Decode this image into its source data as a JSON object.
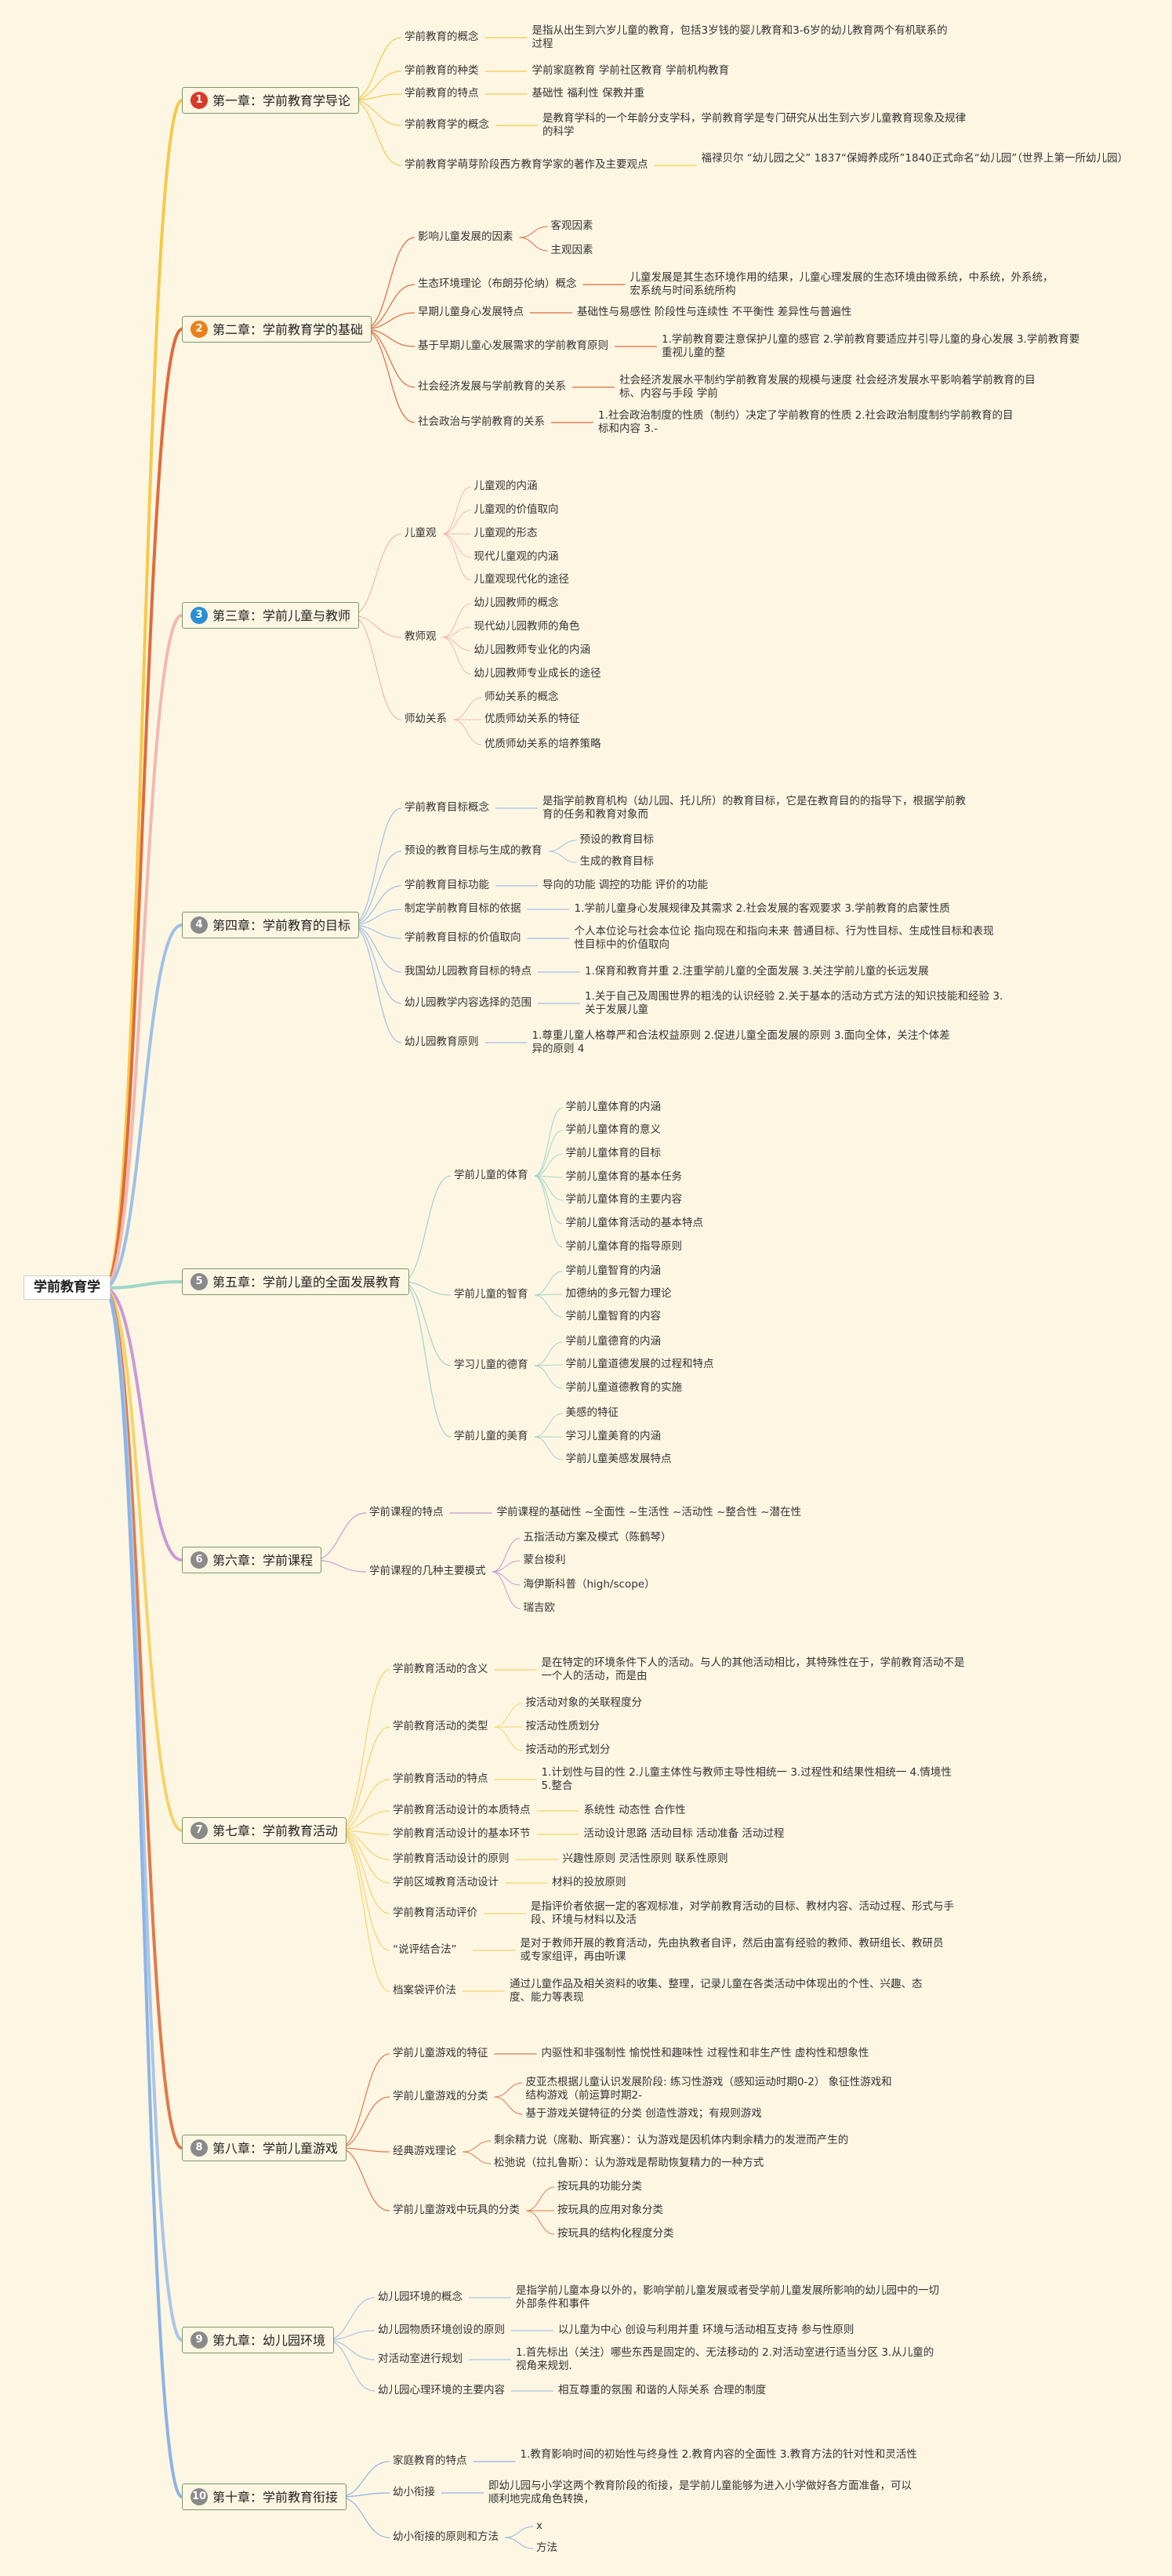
{
  "root": "学前教育学",
  "chapters": [
    {
      "num": "1",
      "title": "第一章：学前教育学导论",
      "color": "#d73a2a",
      "topics": [
        {
          "label": "学前教育的概念",
          "detail": "是指从出生到六岁儿童的教育，包括3岁钱的婴儿教育和3-6岁的幼儿教育两个有机联系的过程"
        },
        {
          "label": "学前教育的种类",
          "detail": "学前家庭教育 学前社区教育 学前机构教育"
        },
        {
          "label": "学前教育的特点",
          "detail": "基础性 福利性 保教并重"
        },
        {
          "label": "学前教育学的概念",
          "detail": "是教育学科的一个年龄分支学科，学前教育学是专门研究从出生到六岁儿童教育现象及规律的科学"
        },
        {
          "label": "学前教育学萌芽阶段西方教育学家的著作及主要观点",
          "detail": "福禄贝尔 “幼儿园之父” 1837“保姆养成所”1840正式命名“幼儿园”（世界上第一所幼儿园）"
        }
      ]
    },
    {
      "num": "2",
      "title": "第二章：学前教育学的基础",
      "color": "#e8801c",
      "topics": [
        {
          "label": "影响儿童发展的因素",
          "subs": [
            "客观因素",
            "主观因素"
          ]
        },
        {
          "label": "生态环境理论（布朗芬伦纳）概念",
          "detail": "儿童发展是其生态环境作用的结果，儿童心理发展的生态环境由微系统，中系统，外系统，宏系统与时间系统所构"
        },
        {
          "label": "早期儿童身心发展特点",
          "detail": "基础性与易感性 阶段性与连续性 不平衡性 差异性与普遍性"
        },
        {
          "label": "基于早期儿童心发展需求的学前教育原则",
          "detail": "1.学前教育要注意保护儿童的感官 2.学前教育要适应并引导儿童的身心发展 3.学前教育要重视儿童的整"
        },
        {
          "label": "社会经济发展与学前教育的关系",
          "detail": "社会经济发展水平制约学前教育发展的规模与速度 社会经济发展水平影响着学前教育的目标、内容与手段 学前"
        },
        {
          "label": "社会政治与学前教育的关系",
          "detail": "1.社会政治制度的性质（制约）决定了学前教育的性质 2.社会政治制度制约学前教育的目标和内容 3.-"
        }
      ]
    },
    {
      "num": "3",
      "title": "第三章：学前儿童与教师",
      "color": "#2b8fd6",
      "topics": [
        {
          "label": "儿童观",
          "subs": [
            "儿童观的内涵",
            "儿童观的价值取向",
            "儿童观的形态",
            "现代儿童观的内涵",
            "儿童观现代化的途径"
          ]
        },
        {
          "label": "教师观",
          "subs": [
            "幼儿园教师的概念",
            "现代幼儿园教师的角色",
            "幼儿园教师专业化的内涵",
            "幼儿园教师专业成长的途径"
          ]
        },
        {
          "label": "师幼关系",
          "subs": [
            "师幼关系的概念",
            "优质师幼关系的特征",
            "优质师幼关系的培养策略"
          ]
        }
      ]
    },
    {
      "num": "4",
      "title": "第四章：学前教育的目标",
      "color": "#8a8a8a",
      "topics": [
        {
          "label": "学前教育目标概念",
          "detail": "是指学前教育机构（幼儿园、托儿所）的教育目标，它是在教育目的的指导下，根据学前教育的任务和教育对象而"
        },
        {
          "label": "预设的教育目标与生成的教育",
          "subs": [
            "预设的教育目标",
            "生成的教育目标"
          ]
        },
        {
          "label": "学前教育目标功能",
          "detail": "导向的功能 调控的功能 评价的功能"
        },
        {
          "label": "制定学前教育目标的依据",
          "detail": "1.学前儿童身心发展规律及其需求 2.社会发展的客观要求 3.学前教育的启蒙性质"
        },
        {
          "label": "学前教育目标的价值取向",
          "detail": "个人本位论与社会本位论 指向现在和指向未来 普通目标、行为性目标、生成性目标和表现性目标中的价值取向"
        },
        {
          "label": "我国幼儿园教育目标的特点",
          "detail": "1.保育和教育并重 2.注重学前儿童的全面发展 3.关注学前儿童的长远发展"
        },
        {
          "label": "幼儿园教学内容选择的范围",
          "detail": "1.关于自己及周围世界的粗浅的认识经验 2.关于基本的活动方式方法的知识技能和经验 3.关于发展儿童"
        },
        {
          "label": "幼儿园教育原则",
          "detail": "1.尊重儿童人格尊严和合法权益原则 2.促进儿童全面发展的原则 3.面向全体，关注个体差异的原则 4"
        }
      ]
    },
    {
      "num": "5",
      "title": "第五章：学前儿童的全面发展教育",
      "color": "#8a8a8a",
      "topics": [
        {
          "label": "学前儿童的体育",
          "subs": [
            "学前儿童体育的内涵",
            "学前儿童体育的意义",
            "学前儿童体育的目标",
            "学前儿童体育的基本任务",
            "学前儿童体育的主要内容",
            "学前儿童体育活动的基本特点",
            "学前儿童体育的指导原则"
          ]
        },
        {
          "label": "学前儿童的智育",
          "subs": [
            "学前儿童智育的内涵",
            "加德纳的多元智力理论",
            "学前儿童智育的内容"
          ]
        },
        {
          "label": "学习儿童的德育",
          "subs": [
            "学前儿童德育的内涵",
            "学前儿童道德发展的过程和特点",
            "学前儿童道德教育的实施"
          ]
        },
        {
          "label": "学前儿童的美育",
          "subs": [
            "美感的特征",
            "学习儿童美育的内涵",
            "学前儿童美感发展特点"
          ]
        }
      ]
    },
    {
      "num": "6",
      "title": "第六章：学前课程",
      "color": "#8a8a8a",
      "topics": [
        {
          "label": "学前课程的特点",
          "detail": "学前课程的基础性 ~全面性 ~生活性 ~活动性 ~整合性 ~潜在性"
        },
        {
          "label": "学前课程的几种主要模式",
          "subs": [
            "五指活动方案及模式（陈鹤琴）",
            "蒙台梭利",
            "海伊斯科普（high/scope）",
            "瑞吉欧"
          ]
        }
      ]
    },
    {
      "num": "7",
      "title": "第七章：学前教育活动",
      "color": "#8a8a8a",
      "topics": [
        {
          "label": "学前教育活动的含义",
          "detail": "是在特定的环境条件下人的活动。与人的其他活动相比，其特殊性在于，学前教育活动不是一个人的活动，而是由"
        },
        {
          "label": "学前教育活动的类型",
          "subs": [
            "按活动对象的关联程度分",
            "按活动性质划分",
            "按活动的形式划分"
          ]
        },
        {
          "label": "学前教育活动的特点",
          "detail": "1.计划性与目的性 2.儿童主体性与教师主导性相统一 3.过程性和结果性相统一 4.情境性 5.整合"
        },
        {
          "label": "学前教育活动设计的本质特点",
          "detail": "系统性 动态性 合作性"
        },
        {
          "label": "学前教育活动设计的基本环节",
          "detail": "活动设计思路 活动目标 活动准备 活动过程"
        },
        {
          "label": "学前教育活动设计的原则",
          "detail": "兴趣性原则 灵活性原则 联系性原则"
        },
        {
          "label": "学前区域教育活动设计",
          "detail": "材料的投放原则"
        },
        {
          "label": "学前教育活动评价",
          "detail": "是指评价者依据一定的客观标准，对学前教育活动的目标、教材内容、活动过程、形式与手段、环境与材料以及活"
        },
        {
          "label": "“说评结合法”",
          "detail": "是对于教师开展的教育活动，先由执教者自评，然后由富有经验的教师、教研组长、教研员或专家组评，再由听课"
        },
        {
          "label": "档案袋评价法",
          "detail": "通过儿童作品及相关资料的收集、整理，记录儿童在各类活动中体现出的个性、兴趣、态度、能力等表现"
        }
      ]
    },
    {
      "num": "8",
      "title": "第八章：学前儿童游戏",
      "color": "#8a8a8a",
      "topics": [
        {
          "label": "学前儿童游戏的特征",
          "detail": "内驱性和非强制性 愉悦性和趣味性 过程性和非生产性 虚构性和想象性"
        },
        {
          "label": "学前儿童游戏的分类",
          "subs": [
            "皮亚杰根据儿童认识发展阶段: 练习性游戏（感知运动时期0-2） 象征性游戏和结构游戏（前运算时期2-",
            "基于游戏关键特征的分类 创造性游戏；有规则游戏"
          ]
        },
        {
          "label": "经典游戏理论",
          "subs": [
            "剩余精力说（席勒、斯宾塞）：认为游戏是因机体内剩余精力的发泄而产生的",
            "松弛说（拉扎鲁斯）：认为游戏是帮助恢复精力的一种方式"
          ]
        },
        {
          "label": "学前儿童游戏中玩具的分类",
          "subs": [
            "按玩具的功能分类",
            "按玩具的应用对象分类",
            "按玩具的结构化程度分类"
          ]
        }
      ]
    },
    {
      "num": "9",
      "title": "第九章：幼儿园环境",
      "color": "#8a8a8a",
      "topics": [
        {
          "label": "幼儿园环境的概念",
          "detail": "是指学前儿童本身以外的，影响学前儿童发展或者受学前儿童发展所影响的幼儿园中的一切外部条件和事件"
        },
        {
          "label": "幼儿园物质环境创设的原则",
          "detail": "以儿童为中心 创设与利用并重 环境与活动相互支持 参与性原则"
        },
        {
          "label": "对活动室进行规划",
          "detail": "1.首先标出（关注）哪些东西是固定的、无法移动的 2.对活动室进行适当分区 3.从儿童的视角来规划."
        },
        {
          "label": "幼儿园心理环境的主要内容",
          "detail": "相互尊重的氛围 和谐的人际关系 合理的制度"
        }
      ]
    },
    {
      "num": "10",
      "title": "第十章：学前教育衔接",
      "color": "#8a8a8a",
      "topics": [
        {
          "label": "家庭教育的特点",
          "detail": "1.教育影响时间的初始性与终身性 2.教育内容的全面性 3.教育方法的针对性和灵活性"
        },
        {
          "label": "幼小衔接",
          "detail": "即幼儿园与小学这两个教育阶段的衔接，是学前儿童能够为进入小学做好各方面准备，可以顺利地完成角色转换，"
        },
        {
          "label": "幼小衔接的原则和方法",
          "subs": [
            "x",
            "方法"
          ]
        }
      ]
    }
  ],
  "palette": {
    "lines": [
      "#f5c94a",
      "#e06a3c",
      "#f2b8b0",
      "#9ec0e6",
      "#9fd6c8",
      "#c99ad6",
      "#f6d36a",
      "#e07a4a",
      "#a9c6e8",
      "#8bb4e6"
    ]
  }
}
